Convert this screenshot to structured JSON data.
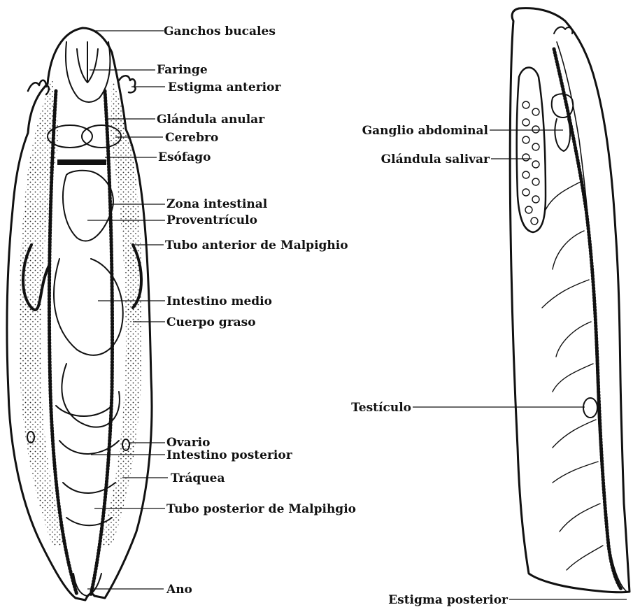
{
  "diagram": {
    "left_specimen_labels": [
      "Ganchos bucales",
      "Faringe",
      "Estigma anterior",
      "Glándula anular",
      "Cerebro",
      "Esófago",
      "Zona intestinal",
      "Proventrículo",
      "Tubo anterior de Malpighio",
      "Intestino medio",
      "Cuerpo graso",
      "Ovario",
      "Intestino posterior",
      "Tráquea",
      "Tubo posterior de Malpihgio",
      "Ano"
    ],
    "right_specimen_labels": [
      "Ganglio abdominal",
      "Glándula salivar",
      "Testículo",
      "Estigma posterior"
    ]
  }
}
